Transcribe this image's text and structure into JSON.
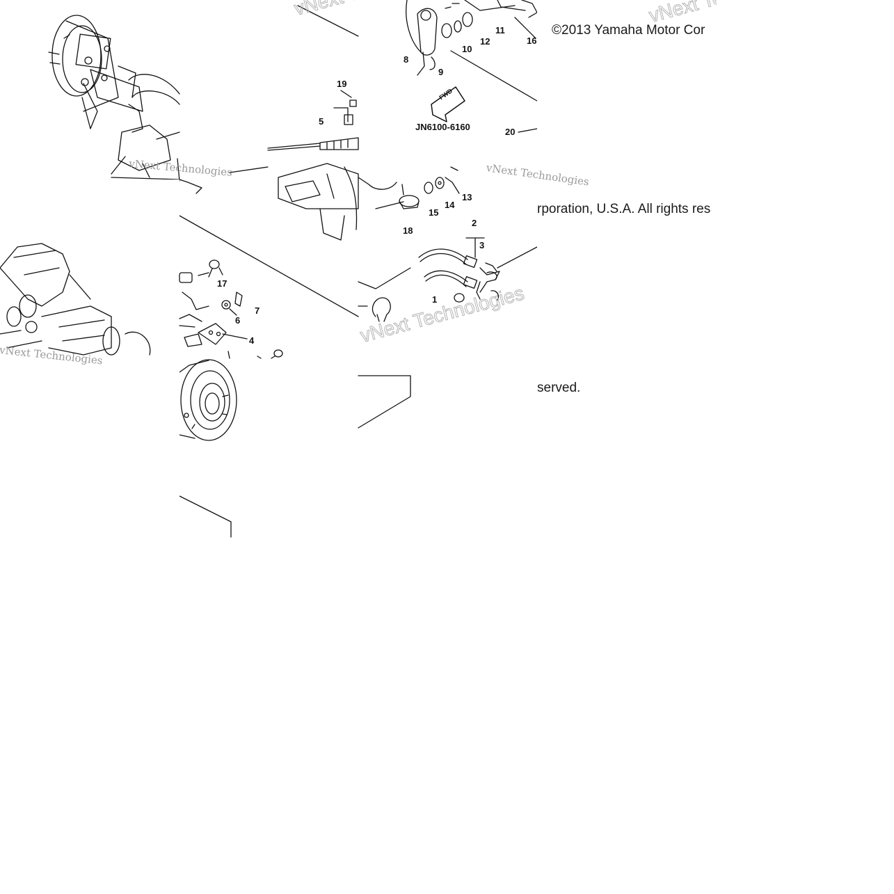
{
  "diagram": {
    "reference_code": "JN6100-6160",
    "fwd_arrow_label": "FWD",
    "copyright_fragments": {
      "top": "©2013 Yamaha Motor Cor",
      "middle": "rporation, U.S.A. All rights res",
      "bottom": "served."
    },
    "watermark_text": "vNext Technologies",
    "callouts": [
      "1",
      "2",
      "3",
      "4",
      "5",
      "6",
      "7",
      "8",
      "9",
      "10",
      "11",
      "12",
      "13",
      "14",
      "15",
      "16",
      "17",
      "18",
      "19",
      "20"
    ],
    "colors": {
      "line": "#111111",
      "watermark": "#9a9a9a",
      "background": "#ffffff"
    }
  }
}
